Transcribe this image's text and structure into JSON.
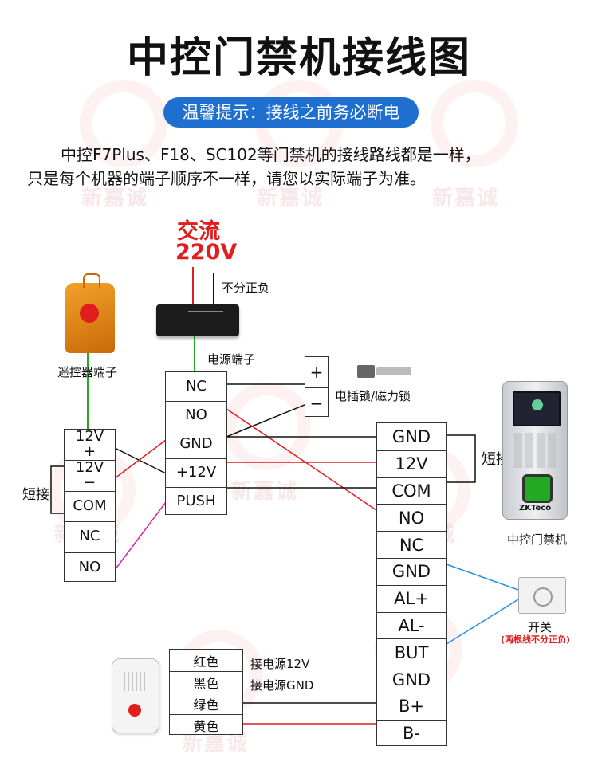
{
  "title": "中控门禁机接线图",
  "tip": "温馨提示：接线之前务必断电",
  "description": {
    "line1": "中控F7Plus、F18、SC102等门禁机的接线路线都是一样，",
    "line2": "只是每个机器的端子顺序不一样，请您以实际端子为准。"
  },
  "watermark": "新嘉诚",
  "power": {
    "ac_label": "交流",
    "voltage": "220V",
    "no_polarity": "不分正负",
    "terminal_label": "电源端子"
  },
  "remote": {
    "label": "遥控器端子"
  },
  "lock": {
    "plus": "+",
    "minus": "−",
    "label": "电插锁/磁力锁"
  },
  "power_terminals": [
    "NC",
    "NO",
    "GND",
    "+12V",
    "PUSH"
  ],
  "remote_terminals": [
    "12V\n+",
    "12V\n−",
    "COM",
    "NC",
    "NO"
  ],
  "short_left": "短接",
  "access_terminals": [
    "GND",
    "12V",
    "COM",
    "NO",
    "NC",
    "GND",
    "AL+",
    "AL-",
    "BUT",
    "GND",
    "B+",
    "B-"
  ],
  "short_right": "短接",
  "device": {
    "label": "中控门禁机",
    "screen_brand": "ZKTeco"
  },
  "exit_button": {
    "label": "开关",
    "note": "(两根线不分正负)"
  },
  "doorbell_wires": [
    {
      "color_name": "红色",
      "desc": "接电源12V"
    },
    {
      "color_name": "黑色",
      "desc": "接电源GND"
    },
    {
      "color_name": "绿色",
      "desc": ""
    },
    {
      "color_name": "黄色",
      "desc": ""
    }
  ],
  "colors": {
    "red": "#e21d1d",
    "black": "#111111",
    "green": "#22aa22",
    "magenta": "#e0209e",
    "blue": "#2a8fe0",
    "accent": "#1f6fd1"
  }
}
